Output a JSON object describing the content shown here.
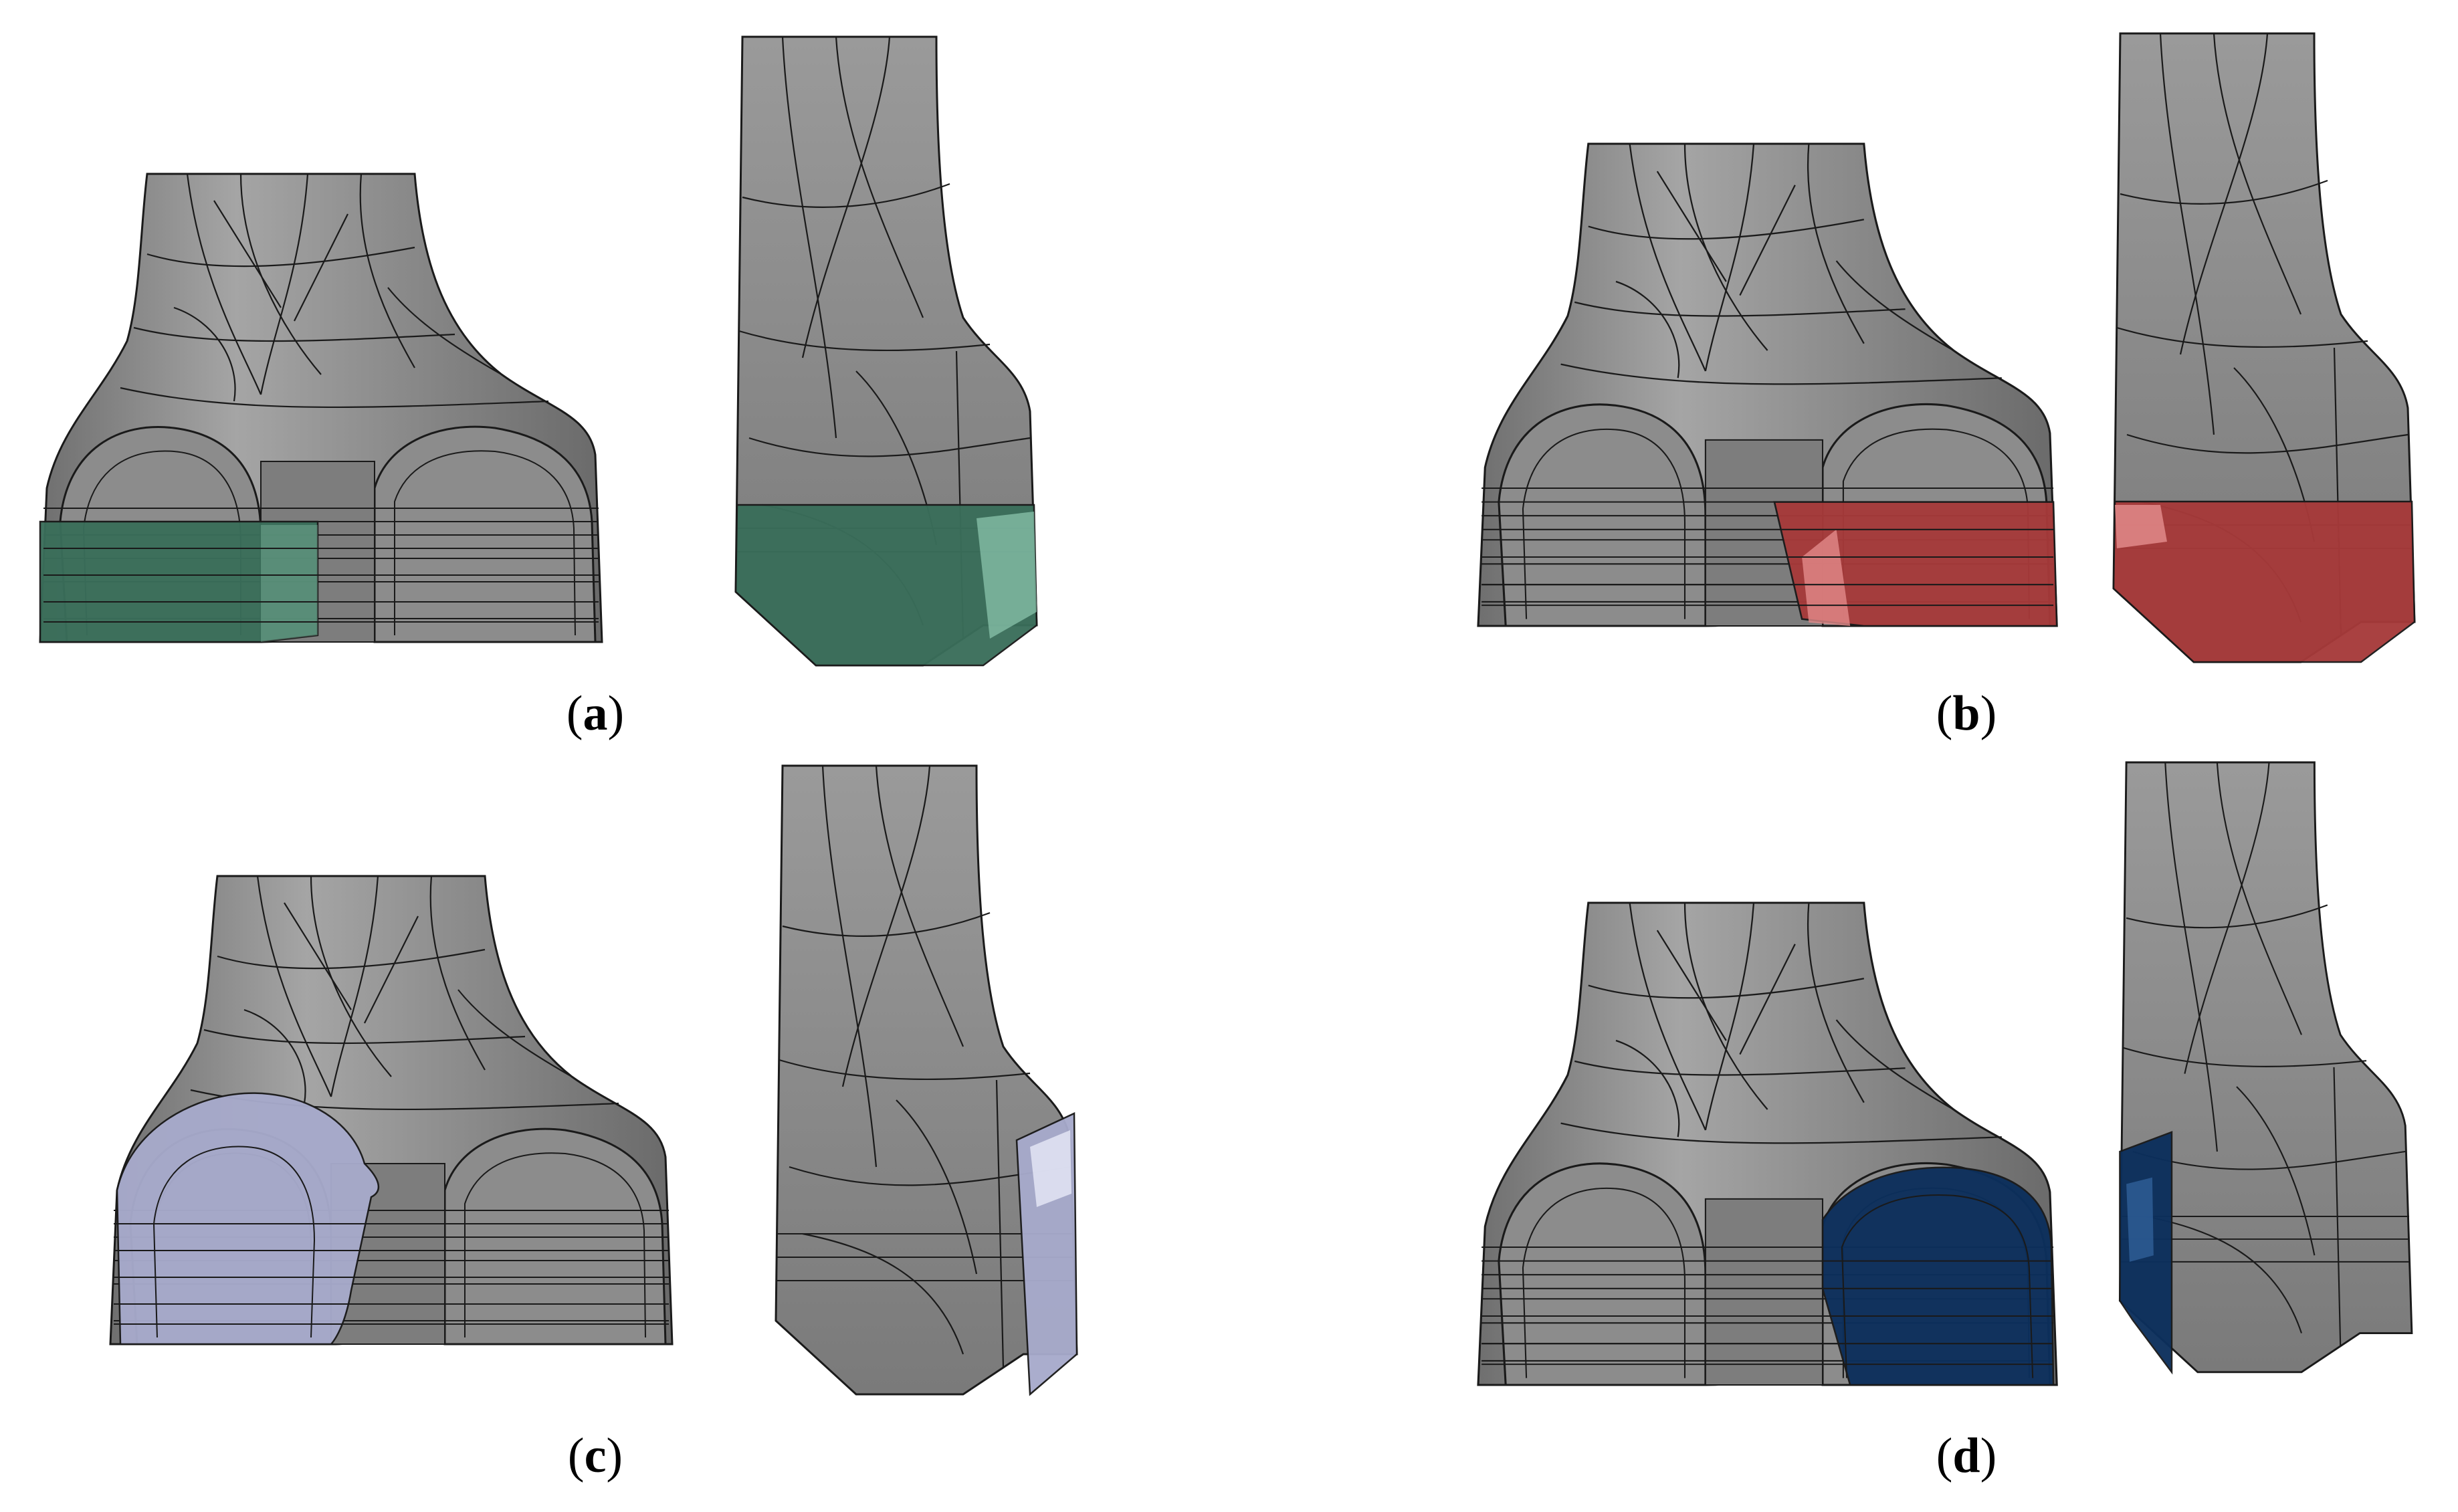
{
  "panels": [
    {
      "letter": "a",
      "region_color": "#3a6e5a",
      "region_highlight": "#8fc9b0"
    },
    {
      "letter": "b",
      "region_color": "#a63a3a",
      "region_highlight": "#e28a8a"
    },
    {
      "letter": "c",
      "region_color": "#a7aacb",
      "region_highlight": "#e3e5f5"
    },
    {
      "letter": "d",
      "region_color": "#0c2f5c",
      "region_highlight": "#2f5f99"
    }
  ],
  "bone_color": "#8a8a8a",
  "bone_light": "#b8b8b8",
  "mesh_color": "#1a1a1a"
}
